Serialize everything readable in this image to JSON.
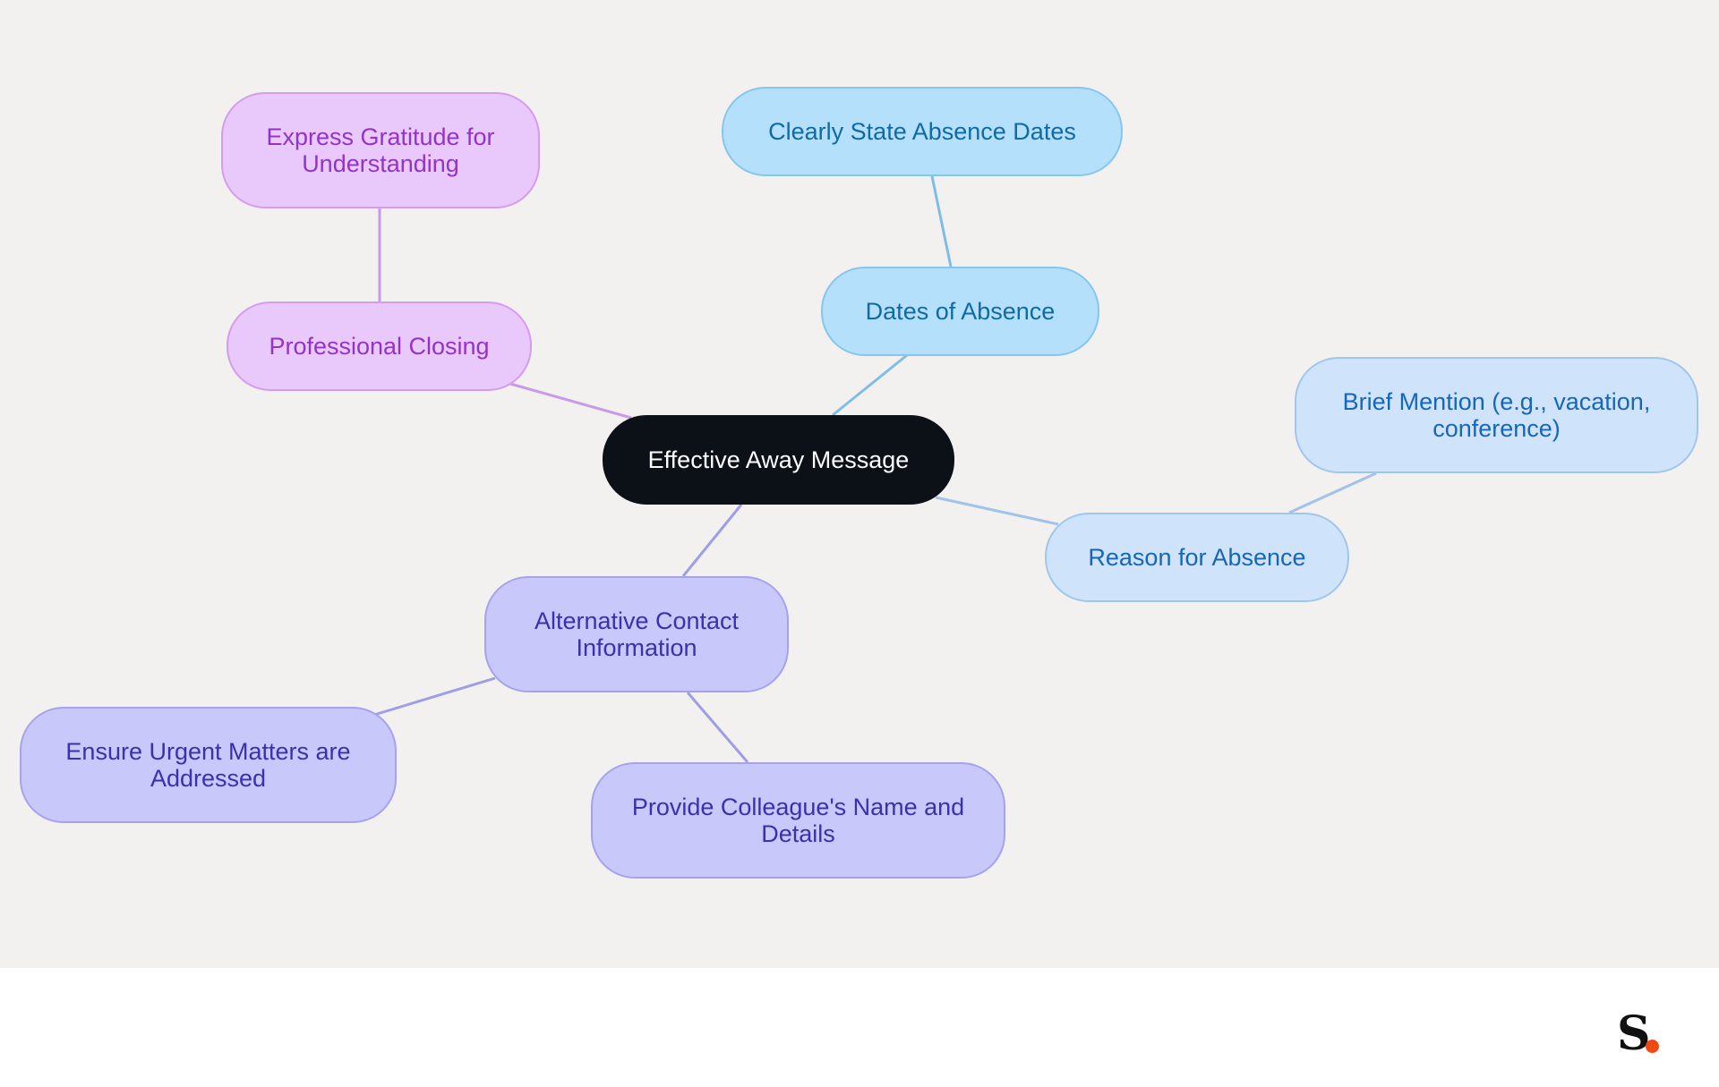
{
  "diagram": {
    "root": {
      "label": "Effective Away Message"
    },
    "branches": {
      "closing": {
        "label": "Professional Closing",
        "child": "Express Gratitude for Understanding"
      },
      "dates": {
        "label": "Dates of Absence",
        "child": "Clearly State Absence Dates"
      },
      "reason": {
        "label": "Reason for Absence",
        "child": "Brief Mention (e.g., vacation, conference)"
      },
      "contact": {
        "label": "Alternative Contact Information",
        "children": [
          "Ensure Urgent Matters are Addressed",
          "Provide Colleague's Name and Details"
        ]
      }
    }
  },
  "colors": {
    "canvas": "#f3f1f0",
    "root": "#0c1118",
    "closing": "#e9c8fb",
    "dates": "#b5e0fc",
    "reason": "#cfe3fa",
    "contact": "#c9c8fb",
    "logo_dot": "#f04a14"
  },
  "logo": {
    "letter": "S"
  }
}
